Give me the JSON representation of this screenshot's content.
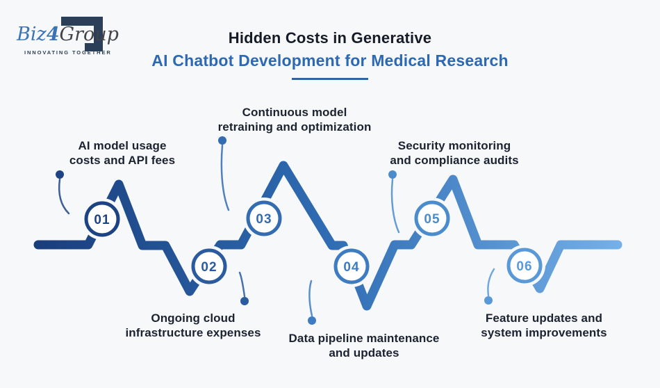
{
  "background": "#f7f8fa",
  "logo": {
    "name_part1": "Biz",
    "name_part2": "4",
    "name_part3": "Group",
    "tagline": "INNOVATING TOGETHER",
    "accent_color": "#3b74b4",
    "dark_color": "#43444a",
    "bracket_color": "#2b3f58"
  },
  "title": {
    "line1": "Hidden Costs in Generative",
    "line2": "AI Chatbot Development for Medical Research",
    "line1_color": "#161b28",
    "line2_color": "#2d68b2",
    "underline_color": "#31649a"
  },
  "timeline": {
    "gradient_start": "#1a3e7c",
    "gradient_mid": "#2f6cb3",
    "gradient_end": "#74afe7",
    "steps": [
      {
        "number": "01",
        "label_line1": "AI model usage",
        "label_line2": "costs and API fees",
        "color": "#1d4384"
      },
      {
        "number": "02",
        "label_line1": "Ongoing cloud",
        "label_line2": "infrastructure expenses",
        "color": "#2a5b9e"
      },
      {
        "number": "03",
        "label_line1": "Continuous model",
        "label_line2": "retraining and optimization",
        "color": "#336cb1"
      },
      {
        "number": "04",
        "label_line1": "Data pipeline maintenance",
        "label_line2": "and updates",
        "color": "#3e7cc1"
      },
      {
        "number": "05",
        "label_line1": "Security monitoring",
        "label_line2": "and compliance audits",
        "color": "#4b8ccd"
      },
      {
        "number": "06",
        "label_line1": "Feature updates and",
        "label_line2": "system improvements",
        "color": "#5a99d8"
      }
    ]
  }
}
